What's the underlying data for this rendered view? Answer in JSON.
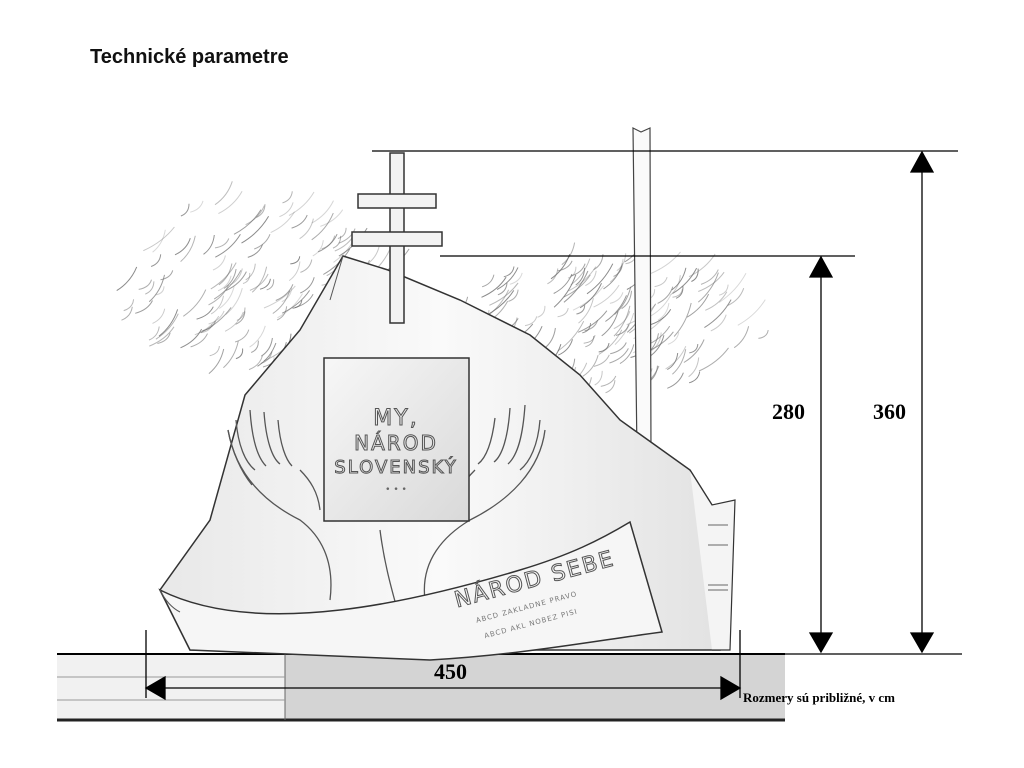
{
  "page": {
    "title": "Technické parametre"
  },
  "dimensions": {
    "height_total": "360",
    "height_body": "280",
    "width": "450",
    "units_note": "Rozmery sú približné, v cm"
  },
  "monument": {
    "book_lines": [
      "MY,",
      "NÁROD",
      "SLOVENSKÝ"
    ],
    "book_dots": "• • •",
    "scroll_title": "NÁROD SEBE",
    "scroll_line_1": "ABCD ZAKLADNE PRAVO",
    "scroll_line_2": "ABCD AKL NOBEZ PISI"
  },
  "colors": {
    "line": "#000000",
    "sketch": "#555555",
    "base_fill": "#d4d4d4",
    "base_light": "#f1f1f1"
  }
}
